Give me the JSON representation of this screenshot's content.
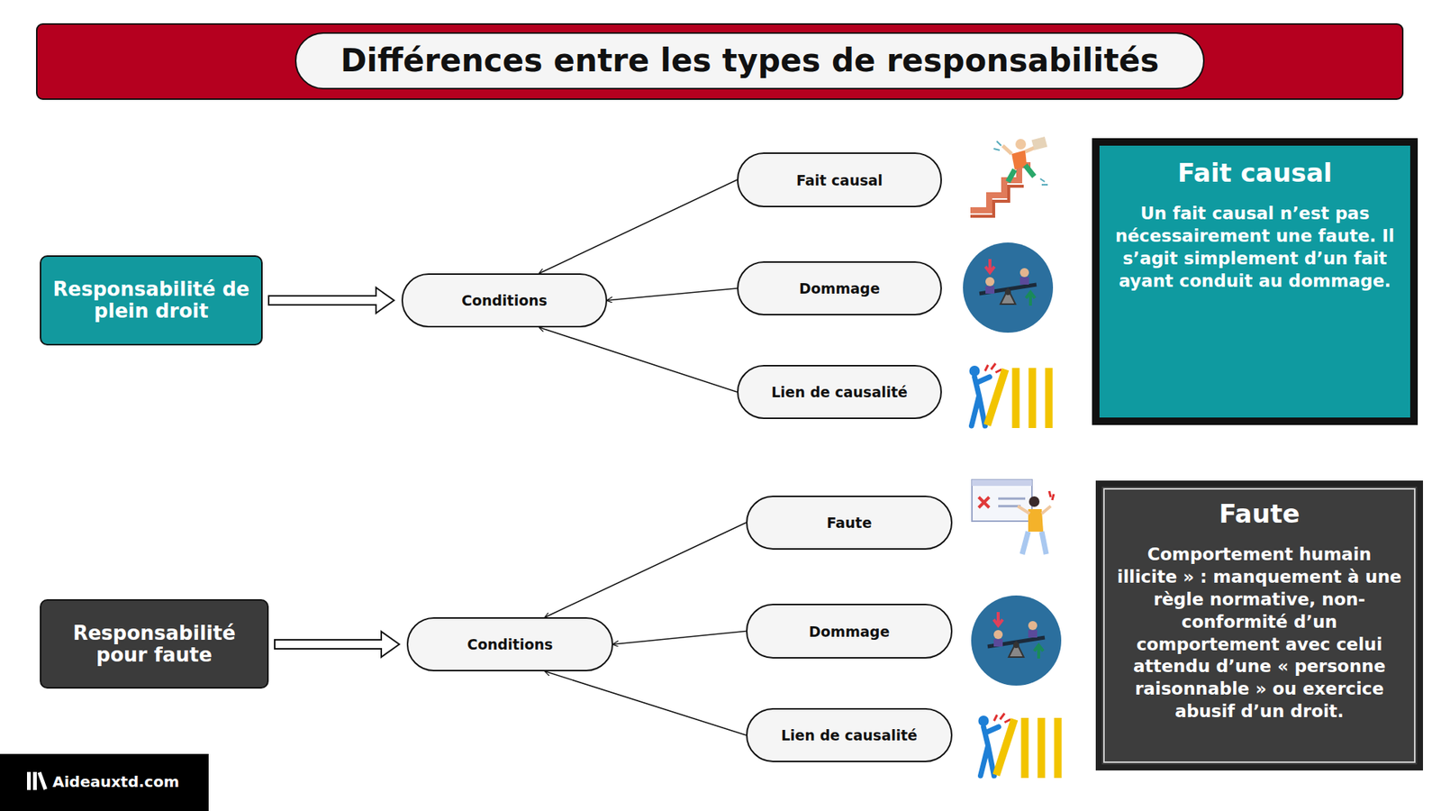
{
  "diagram": {
    "title": "Différences entre les types de responsabilités",
    "nodes": [
      {
        "text": [
          "Responsabilité de plein droit"
        ]
      },
      {
        "text": [
          "Conditions"
        ]
      },
      {
        "text": [
          "Fait causal"
        ]
      },
      {
        "text": [
          "Dommage"
        ]
      },
      {
        "text": [
          "Lien de causalité"
        ]
      },
      {
        "text": [
          "Fait causal",
          "Un fait causal n’est pas nécessairement une faute. Il s’agit simplement d’un fait ayant conduit au dommage."
        ]
      },
      {
        "text": [
          "Responsabilité pour faute"
        ]
      },
      {
        "text": [
          "Conditions"
        ]
      },
      {
        "text": [
          "Faute"
        ]
      },
      {
        "text": [
          "Dommage"
        ]
      },
      {
        "text": [
          "Lien de causalité"
        ]
      },
      {
        "text": [
          "Faute",
          "Comportement humain illicite » : manquement à une règle normative, non-conformité d’un comportement avec celui attendu d’une « personne raisonnable » ou exercice abusif d’un droit."
        ]
      }
    ],
    "edges": [
      {
        "from": 0,
        "to": 1,
        "arrow": "to"
      },
      {
        "from": 2,
        "to": 1,
        "arrow": "to"
      },
      {
        "from": 3,
        "to": 1,
        "arrow": "to"
      },
      {
        "from": 4,
        "to": 1,
        "arrow": "to"
      },
      {
        "from": 6,
        "to": 7,
        "arrow": "to"
      },
      {
        "from": 8,
        "to": 7,
        "arrow": "to"
      },
      {
        "from": 9,
        "to": 7,
        "arrow": "to"
      },
      {
        "from": 10,
        "to": 7,
        "arrow": "to"
      }
    ],
    "labels": [
      "Aideauxtd.com"
    ]
  }
}
